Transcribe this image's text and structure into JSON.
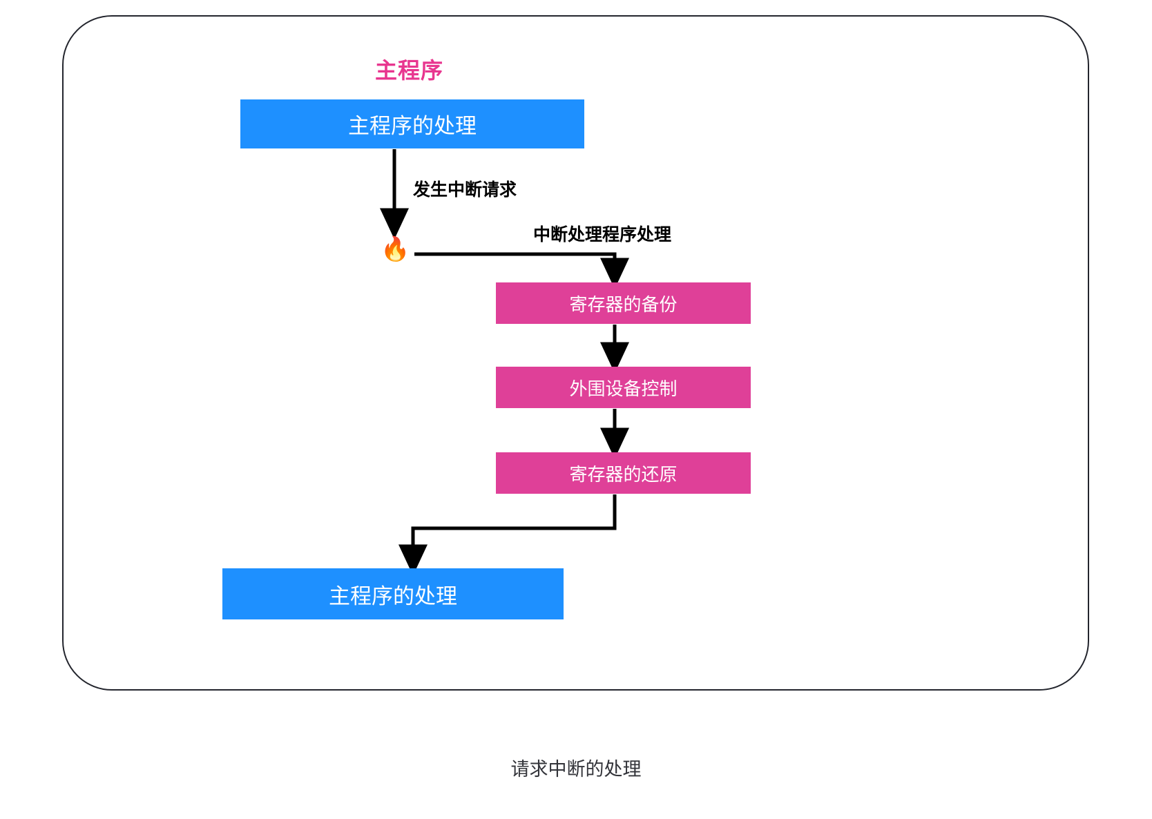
{
  "diagram": {
    "section_title": "主程序",
    "caption": "请求中断的处理",
    "colors": {
      "main_program_box": "#1e90ff",
      "interrupt_box": "#df4098",
      "title_pink": "#e8368f",
      "connector": "#000000",
      "frame_border": "#23252d"
    },
    "nodes": [
      {
        "id": "main-process-top",
        "label": "主程序的处理",
        "kind": "main-program",
        "color": "#1e90ff"
      },
      {
        "id": "register-backup",
        "label": "寄存器的备份",
        "kind": "interrupt-handler",
        "color": "#df4098"
      },
      {
        "id": "peripheral-control",
        "label": "外围设备控制",
        "kind": "interrupt-handler",
        "color": "#df4098"
      },
      {
        "id": "register-restore",
        "label": "寄存器的还原",
        "kind": "interrupt-handler",
        "color": "#df4098"
      },
      {
        "id": "main-process-bottom",
        "label": "主程序的处理",
        "kind": "main-program",
        "color": "#1e90ff"
      }
    ],
    "edge_labels": {
      "interrupt_request": "发生中断请求",
      "handler_process": "中断处理程序处理"
    },
    "markers": {
      "interrupt_flame": "🔥"
    }
  }
}
